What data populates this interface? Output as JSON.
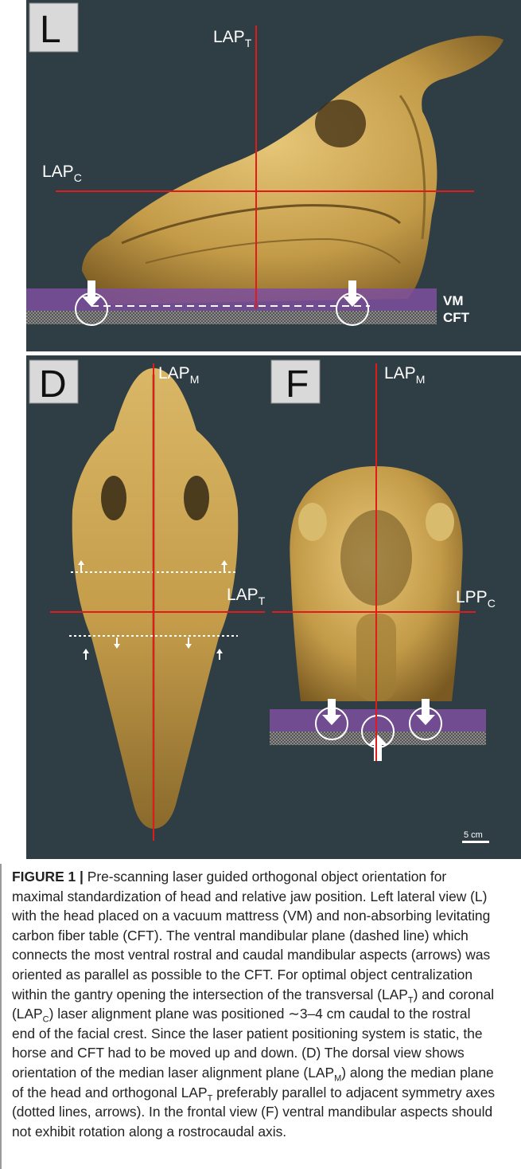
{
  "figure": {
    "panels": {
      "lateral": {
        "label": "L",
        "lap_t": {
          "main": "LAP",
          "sub": "T"
        },
        "lap_c": {
          "main": "LAP",
          "sub": "C"
        },
        "vm": "VM",
        "cft": "CFT"
      },
      "dorsal": {
        "label": "D",
        "lap_m": {
          "main": "LAP",
          "sub": "M"
        },
        "lap_t": {
          "main": "LAP",
          "sub": "T"
        }
      },
      "frontal": {
        "label": "F",
        "lap_m": {
          "main": "LAP",
          "sub": "M"
        },
        "lpp_c": {
          "main": "LPP",
          "sub": "C"
        }
      }
    },
    "scale_bar": "5 cm",
    "colors": {
      "background": "#2f3d45",
      "laser_line": "#e11a1a",
      "mattress": "#7d4f9e",
      "table": "#6a6a6a",
      "bone": "#c9a455"
    }
  },
  "caption": {
    "label": "FIGURE 1 |",
    "s1": " Pre-scanning laser guided orthogonal object orientation for maximal standardization of head and relative jaw position. Left lateral view (L) with the head placed on a vacuum mattress (VM) and non-absorbing levitating carbon fiber table (CFT). The ventral mandibular plane (dashed line) which connects the most ventral rostral and caudal mandibular aspects (arrows) was oriented as parallel as possible to the CFT. For optimal object centralization within the gantry opening the intersection of the transversal (LAP",
    "sub_t": "T",
    "s2": ") and coronal (LAP",
    "sub_c": "C",
    "s3": ") laser alignment plane was positioned ∼3–4 cm caudal to the rostral end of the facial crest. Since the laser patient positioning system is static, the horse and CFT had to be moved up and down. (D) The dorsal view shows orientation of the median laser alignment plane (LAP",
    "sub_m": "M",
    "s4": ") along the median plane of the head and orthogonal LAP",
    "sub_t2": "T",
    "s5": " preferably parallel to adjacent symmetry axes (dotted lines, arrows). In the frontal view (F) ventral mandibular aspects should not exhibit rotation along a rostrocaudal axis."
  }
}
